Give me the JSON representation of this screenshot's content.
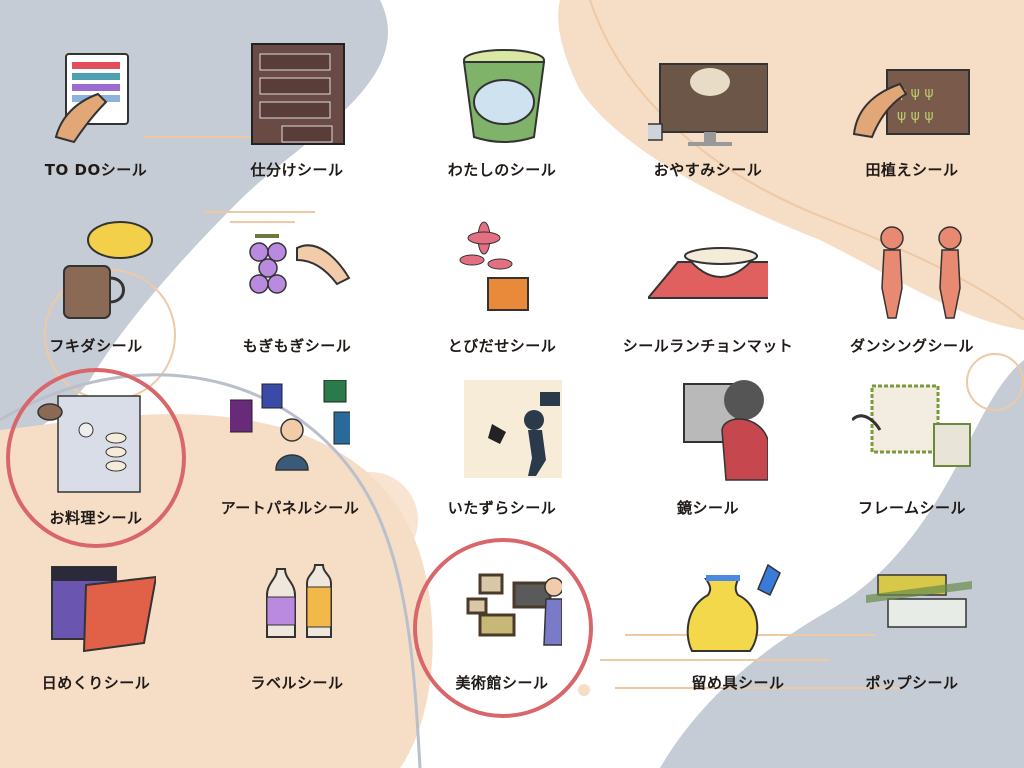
{
  "colors": {
    "background": "#ffffff",
    "slate_shape": "#c5ccd6",
    "peach_shape": "#f6ddc6",
    "highlight_ring": "#d9666a",
    "label_text": "#1f1a17"
  },
  "stickers": [
    {
      "label": "TO DOシール",
      "icon": "todo-list-icon",
      "highlighted": false
    },
    {
      "label": "仕分けシール",
      "icon": "sorting-drawers-icon",
      "highlighted": false
    },
    {
      "label": "わたしのシール",
      "icon": "cup-noodle-icon",
      "highlighted": false
    },
    {
      "label": "おやすみシール",
      "icon": "sleeping-monitor-icon",
      "highlighted": false
    },
    {
      "label": "田植えシール",
      "icon": "rice-planting-icon",
      "highlighted": false
    },
    {
      "label": "フキダシール",
      "icon": "speech-bubble-mug-icon",
      "highlighted": false
    },
    {
      "label": "もぎもぎシール",
      "icon": "grape-picking-icon",
      "highlighted": false
    },
    {
      "label": "とびだせシール",
      "icon": "flower-pot-icon",
      "highlighted": false
    },
    {
      "label": "シールランチョンマット",
      "icon": "noodle-bowl-mat-icon",
      "highlighted": false
    },
    {
      "label": "ダンシングシール",
      "icon": "dancing-figures-icon",
      "highlighted": false
    },
    {
      "label": "お料理シール",
      "icon": "recipe-card-icon",
      "highlighted": true
    },
    {
      "label": "アートパネルシール",
      "icon": "art-panels-icon",
      "highlighted": false
    },
    {
      "label": "いたずらシール",
      "icon": "wall-hammer-icon",
      "highlighted": false
    },
    {
      "label": "鏡シール",
      "icon": "mirror-icon",
      "highlighted": false
    },
    {
      "label": "フレームシール",
      "icon": "frame-icon",
      "highlighted": false
    },
    {
      "label": "日めくりシール",
      "icon": "calendar-icon",
      "highlighted": false
    },
    {
      "label": "ラベルシール",
      "icon": "label-bottles-icon",
      "highlighted": false
    },
    {
      "label": "美術館シール",
      "icon": "museum-icon",
      "highlighted": true
    },
    {
      "label": "留め具シール",
      "icon": "bag-clip-icon",
      "highlighted": false
    },
    {
      "label": "ポップシール",
      "icon": "pop-sign-icon",
      "highlighted": false
    }
  ]
}
